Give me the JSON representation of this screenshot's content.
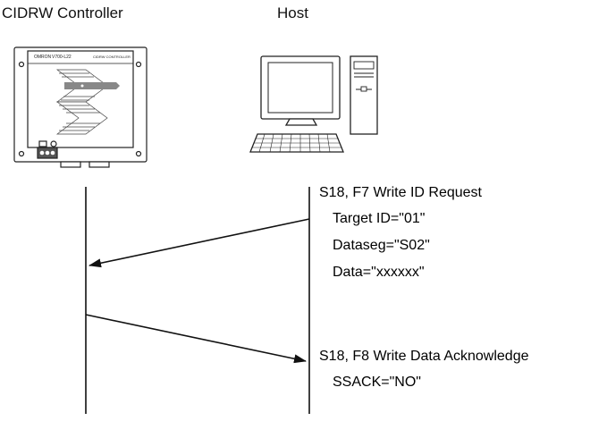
{
  "participants": {
    "controller": {
      "label": "CIDRW Controller"
    },
    "host": {
      "label": "Host"
    }
  },
  "device": {
    "brand": "OMRON",
    "model": "V700-L22",
    "caption": "CIDRW CONTROLLER"
  },
  "messages": [
    {
      "title": "S18, F7 Write ID Request",
      "details": [
        "Target ID=\"01\"",
        "Dataseg=\"S02\"",
        "Data=\"xxxxxx\""
      ],
      "direction": "host-to-controller"
    },
    {
      "title": "S18, F8 Write Data Acknowledge",
      "details": [
        "SSACK=\"NO\""
      ],
      "direction": "controller-to-host"
    }
  ]
}
